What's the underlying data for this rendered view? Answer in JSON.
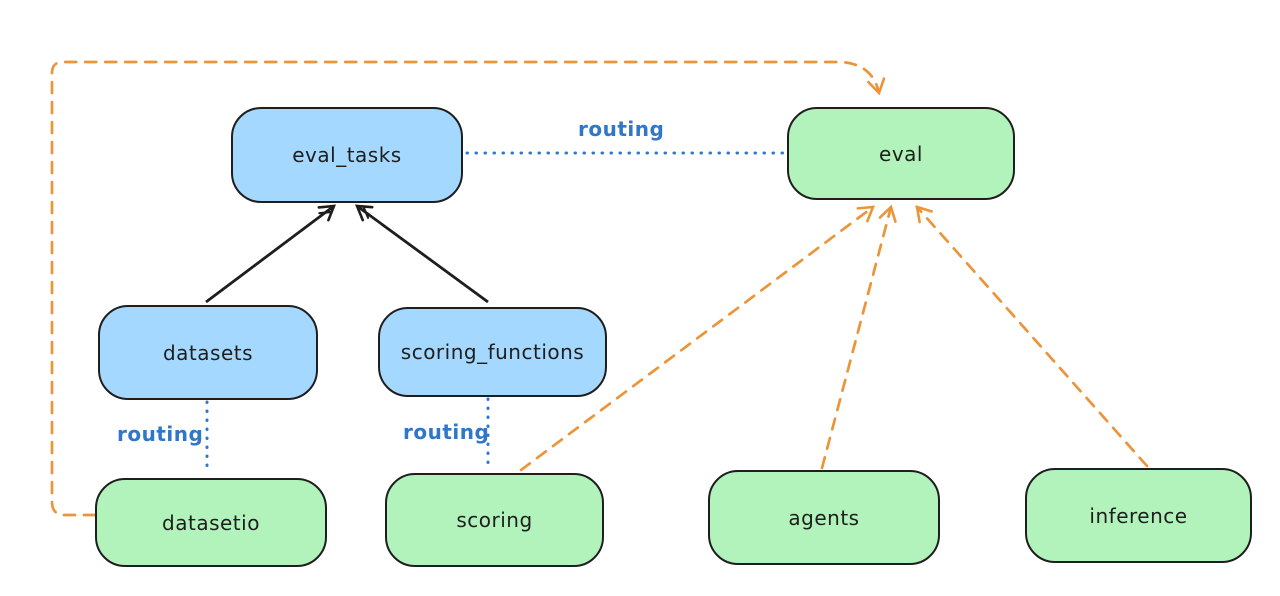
{
  "diagram": {
    "nodes": [
      {
        "id": "eval_tasks",
        "label": "eval_tasks",
        "kind": "resource"
      },
      {
        "id": "eval",
        "label": "eval",
        "kind": "api"
      },
      {
        "id": "datasets",
        "label": "datasets",
        "kind": "resource"
      },
      {
        "id": "scoring_functions",
        "label": "scoring_functions",
        "kind": "resource"
      },
      {
        "id": "datasetio",
        "label": "datasetio",
        "kind": "api"
      },
      {
        "id": "scoring",
        "label": "scoring",
        "kind": "api"
      },
      {
        "id": "agents",
        "label": "agents",
        "kind": "api"
      },
      {
        "id": "inference",
        "label": "inference",
        "kind": "api"
      }
    ],
    "edges": [
      {
        "from": "datasets",
        "to": "eval_tasks",
        "style": "solid-arrow-black"
      },
      {
        "from": "scoring_functions",
        "to": "eval_tasks",
        "style": "solid-arrow-black"
      },
      {
        "from": "eval_tasks",
        "to": "eval",
        "style": "dotted-blue",
        "label": "routing"
      },
      {
        "from": "datasets",
        "to": "datasetio",
        "style": "dotted-blue",
        "label": "routing"
      },
      {
        "from": "scoring_functions",
        "to": "scoring",
        "style": "dotted-blue",
        "label": "routing"
      },
      {
        "from": "datasetio",
        "to": "eval",
        "style": "dashed-arrow-orange"
      },
      {
        "from": "scoring",
        "to": "eval",
        "style": "dashed-arrow-orange"
      },
      {
        "from": "agents",
        "to": "eval",
        "style": "dashed-arrow-orange"
      },
      {
        "from": "inference",
        "to": "eval",
        "style": "dashed-arrow-orange"
      }
    ],
    "colors": {
      "node_blue_fill": "#a5d8ff",
      "node_green_fill": "#b2f2bb",
      "node_border": "#1e1e1e",
      "arrow_black": "#1e1e1e",
      "routing_blue": "#3076c9",
      "provider_orange": "#ec9439",
      "background": "#ffffff"
    }
  }
}
